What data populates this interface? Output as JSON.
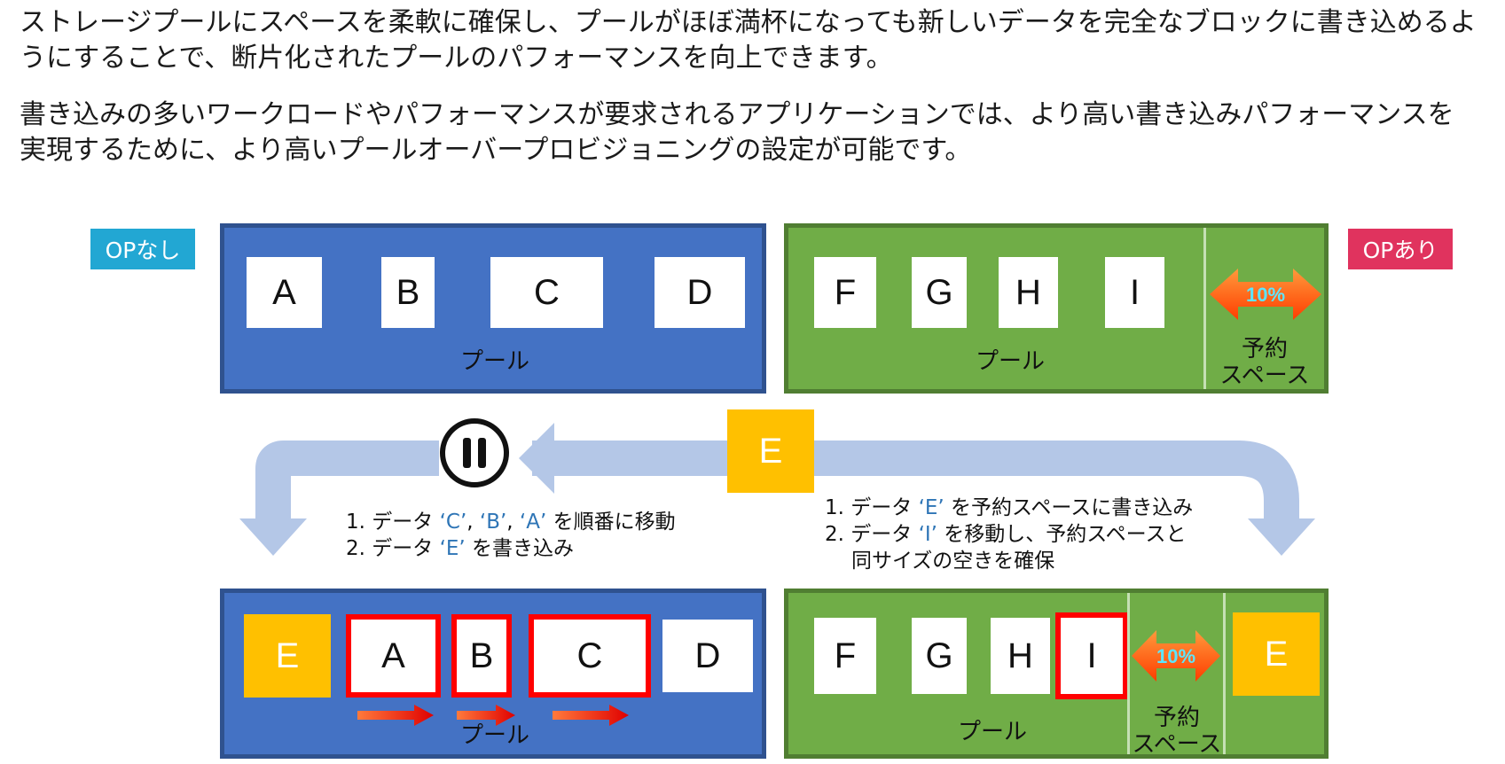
{
  "intro": {
    "paragraph1": "ストレージプールにスペースを柔軟に確保し、プールがほぼ満杯になっても新しいデータを完全なブロックに書き込めるようにすることで、断片化されたプールのパフォーマンスを向上できます。",
    "paragraph2": "書き込みの多いワークロードやパフォーマンスが要求されるアプリケーションでは、より高い書き込みパフォーマンスを実現するために、より高いプールオーバープロビジョニングの設定が可能です。"
  },
  "tags": {
    "without_op": "OPなし",
    "with_op": "OPあり"
  },
  "top_left_pool": {
    "blocks": [
      "A",
      "B",
      "C",
      "D"
    ],
    "label": "プール"
  },
  "top_right_pool": {
    "blocks": [
      "F",
      "G",
      "H",
      "I"
    ],
    "label": "プール",
    "reserved_pct": "10%",
    "reserved_label_line1": "予約",
    "reserved_label_line2": "スペース"
  },
  "incoming_block": "E",
  "left_steps": {
    "step1": {
      "num": "1.",
      "pre": "データ ",
      "q1": "‘C’",
      "sep1": ", ",
      "q2": "‘B’",
      "sep2": ", ",
      "q3": "‘A’",
      "post": " を順番に移動"
    },
    "step2": {
      "num": "2.",
      "pre": "データ ",
      "q": "‘E’",
      "post": " を書き込み"
    }
  },
  "right_steps": {
    "step1": {
      "num": "1.",
      "pre": "データ ",
      "q": "‘E’",
      "post": " を予約スペースに書き込み"
    },
    "step2": {
      "num": "2.",
      "pre": "データ ",
      "q": "‘I’",
      "post": " を移動し、予約スペースと",
      "line2": "同サイズの空きを確保"
    }
  },
  "bottom_left_pool": {
    "new_block": "E",
    "moved_blocks": [
      "A",
      "B",
      "C"
    ],
    "other_block": "D",
    "label": "プール"
  },
  "bottom_right_pool": {
    "blocks": [
      "F",
      "G",
      "H"
    ],
    "moved_block": "I",
    "reserved_pct": "10%",
    "new_block": "E",
    "label": "プール",
    "reserved_label_line1": "予約",
    "reserved_label_line2": "スペース"
  },
  "colors": {
    "pool_blue": "#4472c4",
    "pool_green": "#70ad47",
    "data_yellow": "#ffc000",
    "moved_border": "#ff0000",
    "flow_arrow": "#b4c7e7",
    "quoted_text": "#2e75b6",
    "tag_without_op": "#22a7d3",
    "tag_with_op": "#e0335e",
    "reserve_arrow": "#ff6a1a"
  }
}
